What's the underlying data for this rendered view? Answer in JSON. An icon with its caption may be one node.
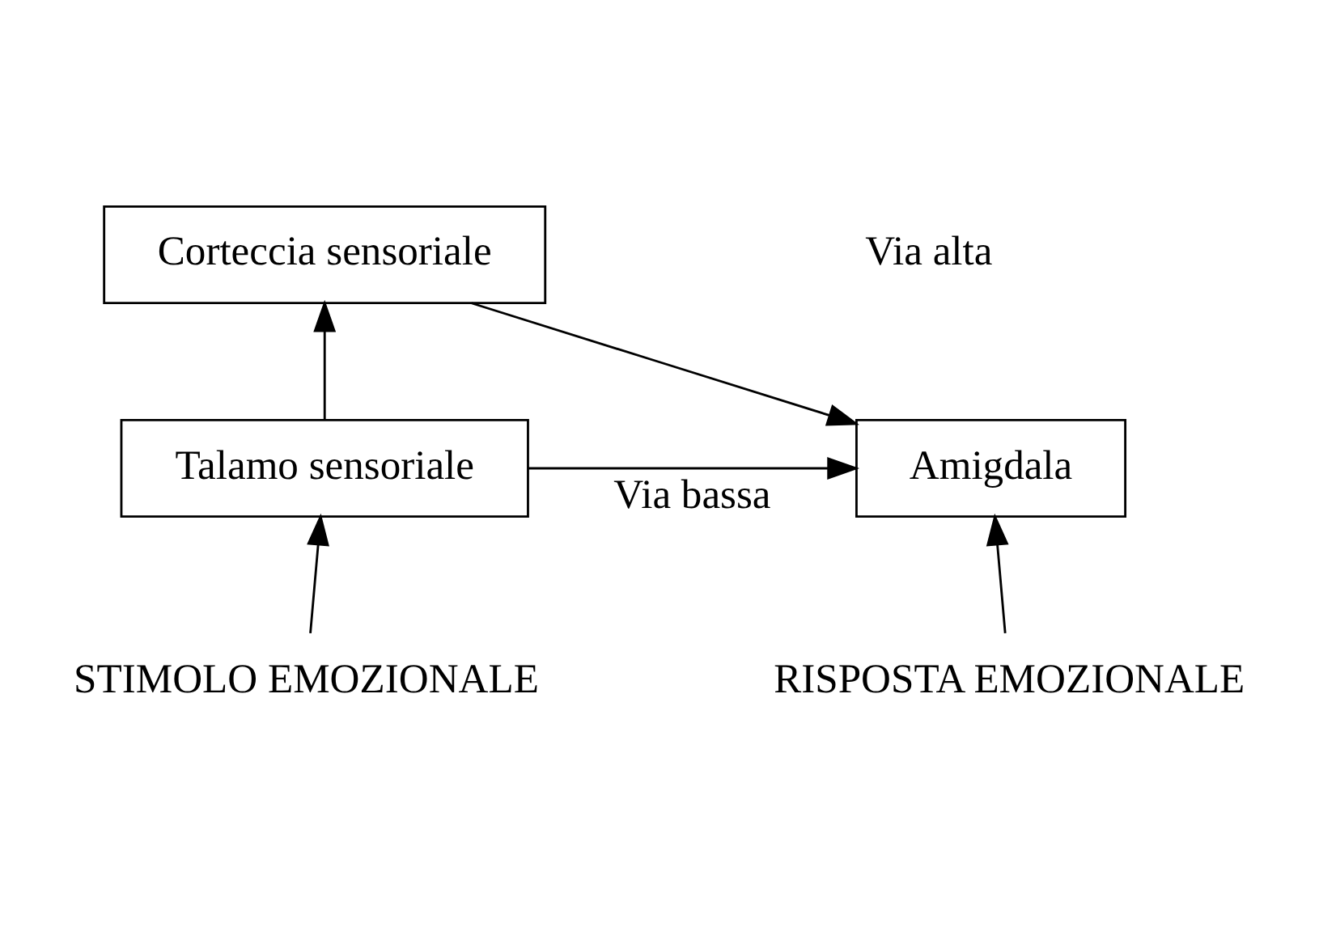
{
  "diagram": {
    "nodes": [
      {
        "text": [
          "Corteccia sensoriale"
        ]
      },
      {
        "text": [
          "Talamo sensoriale"
        ]
      },
      {
        "text": [
          "Amigdala"
        ]
      },
      {
        "text": [
          "STIMOLO EMOZIONALE"
        ]
      },
      {
        "text": [
          "RISPOSTA EMOZIONALE"
        ]
      }
    ],
    "edges": [
      {
        "from": 1,
        "to": 0,
        "arrow": "to"
      },
      {
        "from": 0,
        "to": 2,
        "arrow": "to"
      },
      {
        "from": 1,
        "to": 2,
        "arrow": "to",
        "label": "Via bassa"
      },
      {
        "from": 3,
        "to": 1,
        "arrow": "to"
      },
      {
        "from": 4,
        "to": 2,
        "arrow": "to"
      }
    ],
    "labels": [
      "Via alta"
    ]
  }
}
